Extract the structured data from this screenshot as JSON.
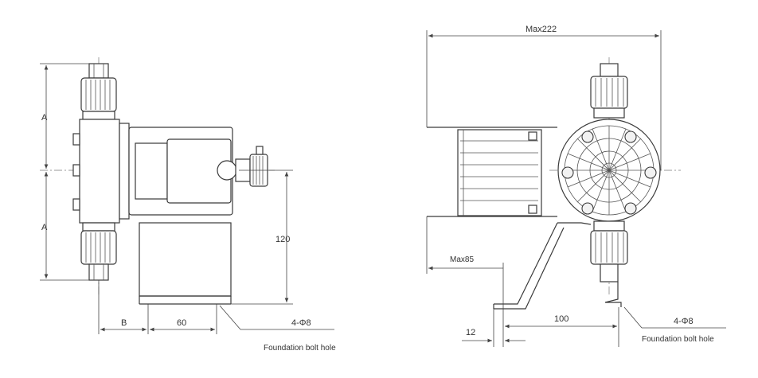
{
  "left_view": {
    "dim_a_top": "A",
    "dim_a_bottom": "A",
    "dim_b": "B",
    "dim_60": "60",
    "dim_120": "120",
    "hole_spec": "4-Φ8",
    "hole_note": "Foundation bolt hole"
  },
  "right_view": {
    "dim_max_width": "Max222",
    "dim_max_depth": "Max85",
    "dim_12": "12",
    "dim_100": "100",
    "hole_spec": "4-Φ8",
    "hole_note": "Foundation bolt hole"
  }
}
